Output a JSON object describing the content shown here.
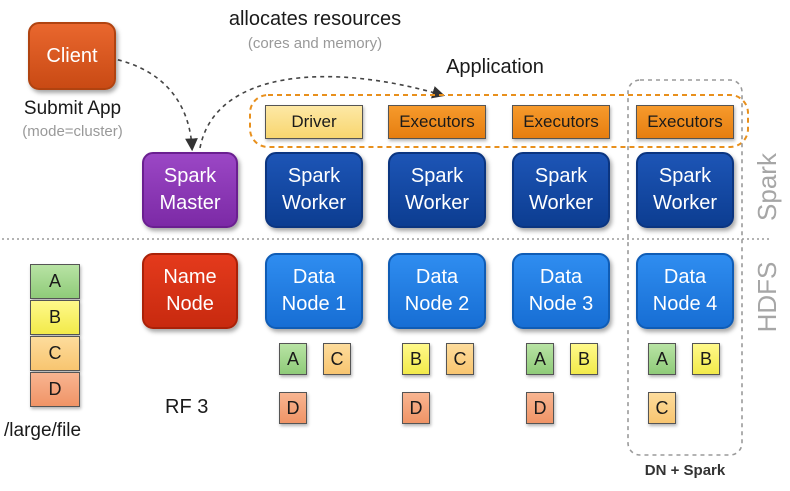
{
  "client": {
    "label": "Client"
  },
  "submit_app": {
    "line1": "Submit App",
    "line2": "(mode=cluster)"
  },
  "allocates": {
    "line1": "allocates resources",
    "line2": "(cores and memory)"
  },
  "application_label": "Application",
  "driver_label": "Driver",
  "executors": [
    "Executors",
    "Executors",
    "Executors"
  ],
  "spark_master": "Spark\nMaster",
  "workers": [
    "Spark\nWorker",
    "Spark\nWorker",
    "Spark\nWorker",
    "Spark\nWorker"
  ],
  "name_node": "Name\nNode",
  "data_nodes": [
    "Data\nNode 1",
    "Data\nNode 2",
    "Data\nNode 3",
    "Data\nNode 4"
  ],
  "side_labels": {
    "spark": "Spark",
    "hdfs": "HDFS"
  },
  "file_blocks": [
    "A",
    "B",
    "C",
    "D"
  ],
  "file_path": "/large/file",
  "replication": "RF 3",
  "node_blocks": {
    "dn1": [
      "A",
      "C",
      "D"
    ],
    "dn2": [
      "B",
      "C",
      "D"
    ],
    "dn3": [
      "A",
      "B",
      "D"
    ],
    "dn4": [
      "A",
      "B",
      "C"
    ]
  },
  "dn_spark_label": "DN + Spark",
  "colors": {
    "client": "#d9531e",
    "master": "#8a35b3",
    "worker": "#0f4197",
    "data_node": "#1f7ce0",
    "name_node": "#d4300f",
    "executor": "#f08c1f",
    "driver": "#fbe08a",
    "block_A": "#a3d68f",
    "block_B": "#f7f16a",
    "block_C": "#fbd184",
    "block_D": "#f4a57b"
  }
}
